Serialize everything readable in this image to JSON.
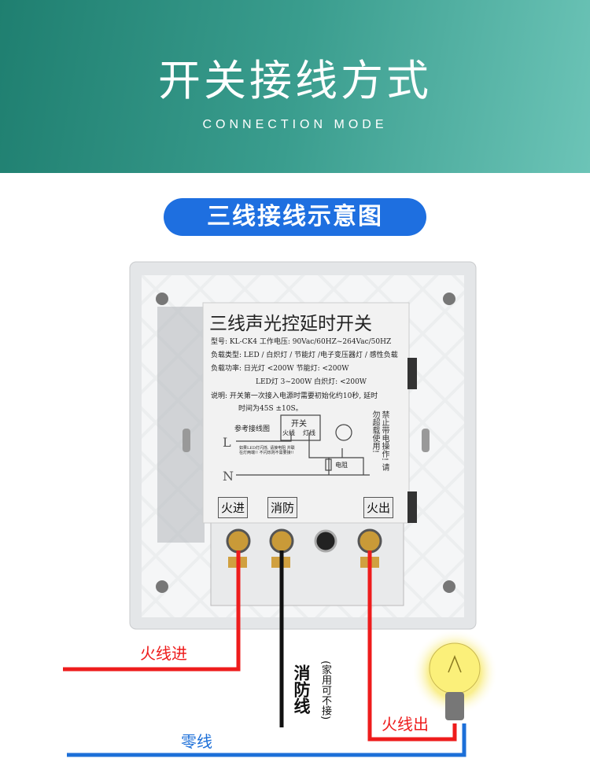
{
  "header": {
    "title": "开关接线方式",
    "subtitle": "CONNECTION MODE"
  },
  "section_title": "三线接线示意图",
  "panel": {
    "title": "三线声光控延时开关",
    "model_line": "型号: KL-CK4  工作电压: 90Vac/60HZ~264Vac/50HZ",
    "load_type": "负载类型: LED / 白炽灯 / 节能灯 /电子变压器灯 / 感性负载",
    "load_power_1": "负载功率:  日光灯 <200W   节能灯: <200W",
    "load_power_2": "LED灯   3~200W   白炽灯: <200W",
    "note_1": "说明: 开关第一次接入电源时需要初始化约10秒, 延时",
    "note_2": "时间为45S ±10S。",
    "diagram_label": "参考接线图",
    "switch_box": "开关",
    "switch_fire": "火线",
    "switch_lamp": "灯线",
    "L": "L",
    "N": "N",
    "resistor": "电阻",
    "warning": "禁止带电操作! 请勿超载使用!",
    "small_note": "如果LED灯闪烁, 请接电阻 并联在灯两端!! 不闪烁则不需要接!!"
  },
  "terminals": [
    "火进",
    "消防",
    "火出"
  ],
  "wires": {
    "live_in": "火线进",
    "fire": "消防线",
    "fire_note": "(家用可不接)",
    "live_out": "火线出",
    "neutral": "零线"
  },
  "colors": {
    "live": "#ee1c1c",
    "neutral": "#1c6fd8",
    "fire": "#111111",
    "header": "#3a9d8e",
    "pill": "#1e6fe0"
  }
}
